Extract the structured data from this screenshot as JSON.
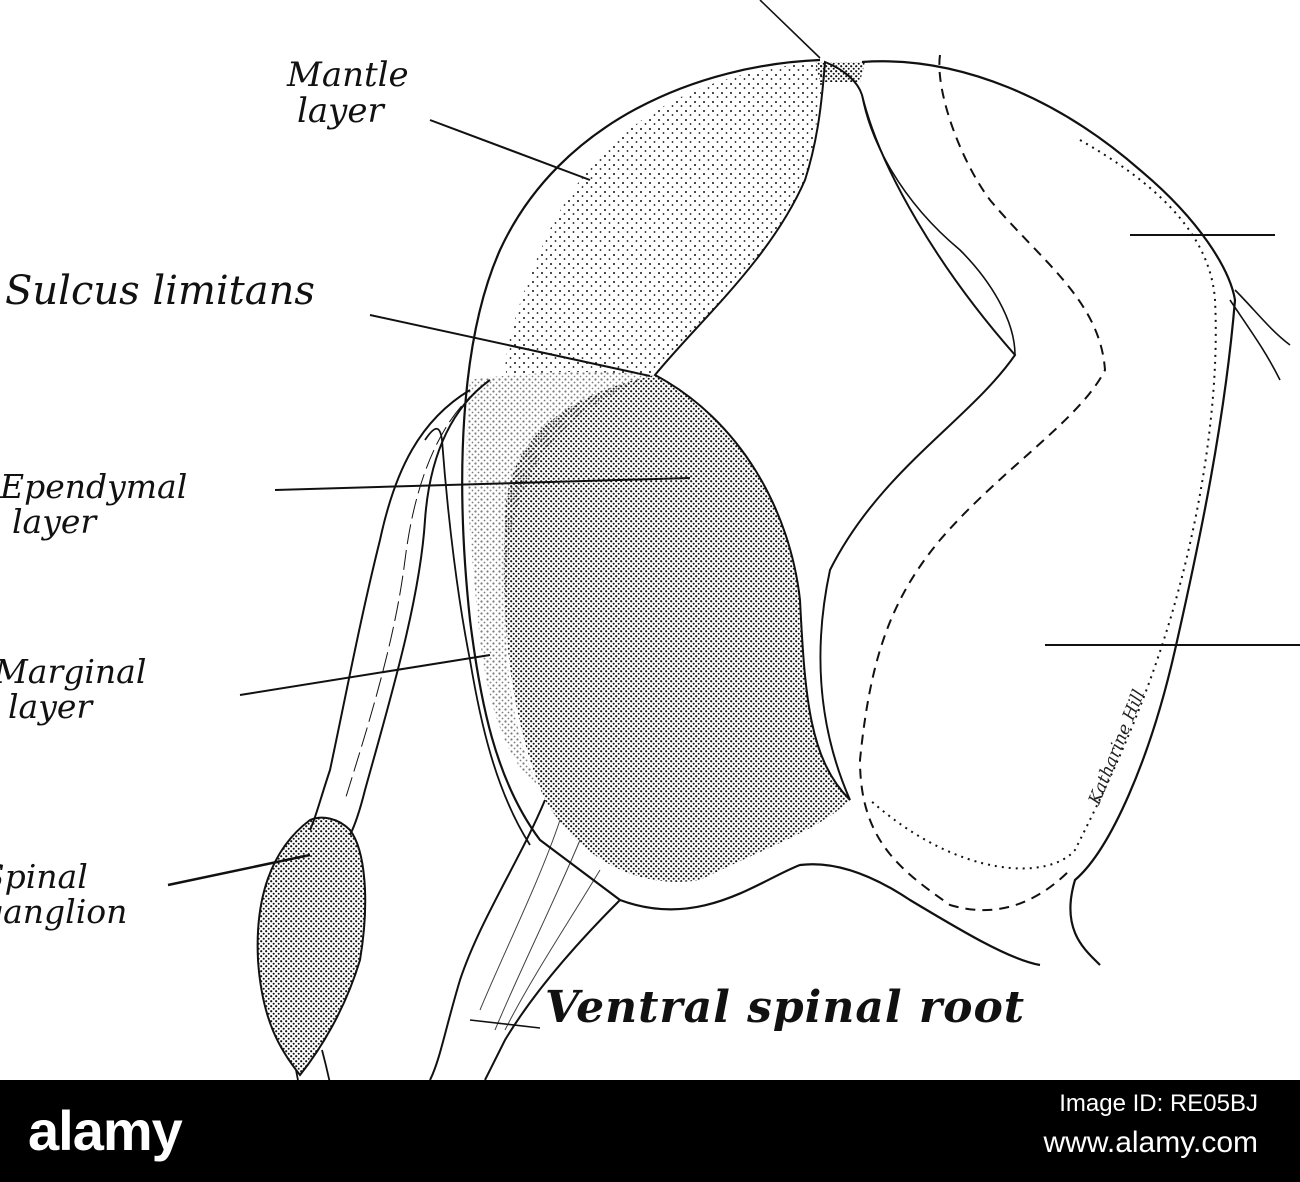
{
  "labels": {
    "mantle": {
      "line1": "Mantle",
      "line2": "layer"
    },
    "sulcus": "Sulcus limitans",
    "ependymal": {
      "line1": "Ependymal",
      "line2": "layer"
    },
    "marginal": {
      "line1": "Marginal",
      "line2": "layer"
    },
    "spinal": {
      "line1": "Spinal",
      "line2": "ganglion"
    },
    "ventral": "Ventral spinal root"
  },
  "signature": "Katharine Hill",
  "colors": {
    "ink": "#111111",
    "banner": "#000000",
    "banner_text": "#ffffff"
  },
  "watermark": {
    "logo": "alamy",
    "image_id": "Image ID: RE05BJ",
    "url": "www.alamy.com"
  }
}
